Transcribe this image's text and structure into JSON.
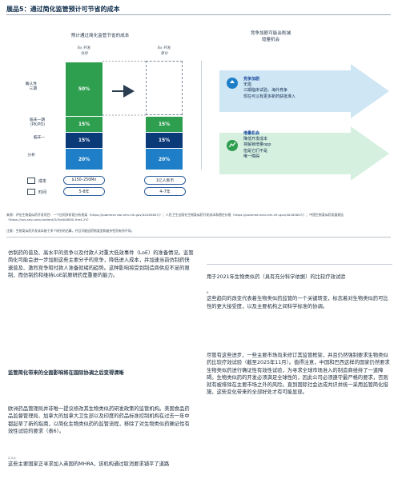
{
  "exhibit": {
    "title": "展品5：通过简化监管预计可节省的成本",
    "left_subtitle": "预计通过简化监管节省的成本",
    "right_subtitle_1": "竞争加剧可能会削减",
    "right_subtitle_2": "增量机会"
  },
  "chart_data": {
    "type": "bar",
    "bars": [
      {
        "name": "Bx 开发",
        "label": "当前",
        "segments": [
          {
            "category": "分析",
            "percent": "20%",
            "value": 20,
            "color": "#1e7fc8"
          },
          {
            "category": "临床一",
            "percent": "15%",
            "value": 15,
            "color": "#0b3a78"
          },
          {
            "category": "临床一期 (PK/PD)",
            "percent": "15%",
            "value": 15,
            "color": "#2e9e4f"
          },
          {
            "category": "三期",
            "percent": "50%",
            "value": 50,
            "color": "#2e9e4f"
          }
        ]
      },
      {
        "name": "Bx 开发",
        "label": "简化",
        "segments": [
          {
            "category": "分析",
            "percent": "20%",
            "value": 20,
            "color": "#1e7fc8"
          },
          {
            "category": "临床一",
            "percent": "15%",
            "value": 15,
            "color": "#0b3a78"
          },
          {
            "category": "临床一期 (PK/PD)",
            "percent": "15%",
            "value": 15,
            "color": "#2e9e4f"
          },
          {
            "category": "三期",
            "percent": "",
            "value": 50,
            "color": "none"
          }
        ]
      }
    ],
    "y_labels": [
      "确认性",
      "三期",
      "临床一期",
      "(PK/PD)",
      "临床一",
      "分析"
    ],
    "rows": {
      "cost_label": "成本",
      "time_label": "时间",
      "cost_current": "$150–250Mn",
      "cost_simplified": "1亿人民币",
      "time_current": "5-8年",
      "time_simplified": "4–7年"
    }
  },
  "arrows": {
    "top": {
      "head": "竞争加剧",
      "lines": [
        "无需",
        "三期临床试验，海外竞争",
        "现在可以有更多新药获批准入"
      ]
    },
    "bottom": {
      "head": "增量机会",
      "lines": [
        "降低开发成本",
        "将解锁增量opp",
        "但是它们不是",
        "唯一障碍"
      ]
    }
  },
  "source": "来源：评估生物类似药开发项目：一个应用多阶段分析框架（https://pubmed.ncbi.nlm.nih.gov/40165807/）；人民卫生出版社生物类似药开发成本和潜在价格（https://pubmed.ncbi.nlm.nih.gov/40165807/）；中国生物类似药发展报告（https://cps.smj.com/content/3/5/e000850 the4-25）",
  "note": "注意：生物类似药开发成本基于多个研究的估算，并且可能因药物类型和复杂性而有所不同。",
  "left_col": {
    "p1": "仿制药的普及、高水平的竞争以及付款人对重大低效事件（LoE）的准备情况。监管简化可能会进一步加剧这些主要分子的竞争，降低进入成本，并加速当前仿制药快速普及、激烈竞争和付款人准备就绪的趋势。这种影响将受到制造商供应不足的限制，而仿制药和维持LoE前原研药是重要的能力。",
    "heading": "监管简化带来的全面影响将在国际协调之后变得清晰",
    "p2": "欧洲药品管理局并非唯一提议修改其生物类似药研发政策的监管机构。美国食品药品监督管理局、加拿大的加拿大卫生部以及印度的药品标准控制机构在过去一年中都起草了新的指南，以简化生物类似药的监管流程，移除了对生物类似药确证性有效性试验的要求（表6）。",
    "footnote": "2,3,4",
    "p3": "这些主要国家正寻求加入英国的MHRA，该机构通过取消要求铺平了道路"
  },
  "right_col": {
    "p1": "用于2021年生物类似药（具有充分科学依据）的比较疗效试验",
    "p1_note": "。",
    "p2": "这些趋向的改变代表着生物类似药监管的一个关键转变，标志着对生物类似药可比性的更大接受度，以及主要机构之间科学标准的协调。",
    "p3": "尽管有这些进步，一些主要市场尚未修订其监管框架，并且仍然强制要求生物类似药比较疗效试验（截至2025年11月）。值得注意，中国和巴西这样的国家仍然要求生物类似药进行确证性有效性试验，为寻求全球市场准入的制造商维持了一道障碍。生物类似药的开发必须满足全球性的，因此公司必须遵守最严格的要求，否则就有被排除在主要市场之外的风险。直到国际社会达成共识并统一采用监管简化措施，这些变化带来的全部好处才有可能显现。"
  }
}
